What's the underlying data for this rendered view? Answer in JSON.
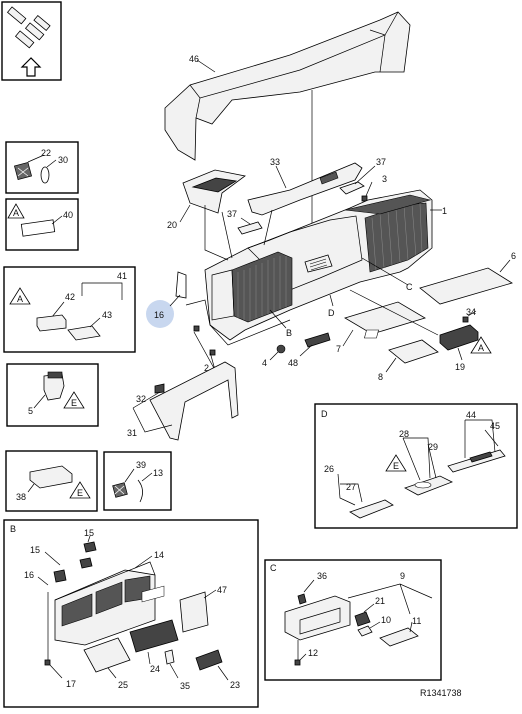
{
  "diagram": {
    "reference": "R1341738",
    "main_labels": [
      {
        "id": "46",
        "text": "46"
      },
      {
        "id": "33",
        "text": "33"
      },
      {
        "id": "37a",
        "text": "37"
      },
      {
        "id": "3",
        "text": "3"
      },
      {
        "id": "1",
        "text": "1"
      },
      {
        "id": "6",
        "text": "6"
      },
      {
        "id": "20",
        "text": "20"
      },
      {
        "id": "37b",
        "text": "37"
      },
      {
        "id": "C",
        "text": "C"
      },
      {
        "id": "16",
        "text": "16"
      },
      {
        "id": "B",
        "text": "B"
      },
      {
        "id": "D",
        "text": "D"
      },
      {
        "id": "34",
        "text": "34"
      },
      {
        "id": "7",
        "text": "7"
      },
      {
        "id": "2",
        "text": "2"
      },
      {
        "id": "4",
        "text": "4"
      },
      {
        "id": "48",
        "text": "48"
      },
      {
        "id": "19",
        "text": "19"
      },
      {
        "id": "8",
        "text": "8"
      },
      {
        "id": "32",
        "text": "32"
      },
      {
        "id": "31",
        "text": "31"
      },
      {
        "id": "Amain",
        "text": "A"
      }
    ],
    "box_22_30": {
      "labels": [
        "22",
        "30"
      ]
    },
    "box_A40": {
      "note": "A",
      "labels": [
        "40"
      ]
    },
    "box_41": {
      "note": "A",
      "labels": [
        "41",
        "42",
        "43"
      ]
    },
    "box_5E": {
      "note": "E",
      "labels": [
        "5"
      ]
    },
    "box_38E": {
      "note": "E",
      "labels": [
        "38"
      ]
    },
    "box_39_13": {
      "labels": [
        "39",
        "13"
      ]
    },
    "detail_D": {
      "title": "D",
      "note": "E",
      "labels": [
        "44",
        "45",
        "28",
        "29",
        "26",
        "27"
      ]
    },
    "detail_B": {
      "title": "B",
      "labels": [
        "15a",
        "15b",
        "16",
        "14",
        "47",
        "24",
        "35",
        "23",
        "25",
        "17"
      ],
      "texts": {
        "15a": "15",
        "15b": "15",
        "16": "16",
        "14": "14",
        "47": "47",
        "24": "24",
        "35": "35",
        "23": "23",
        "25": "25",
        "17": "17"
      }
    },
    "detail_C": {
      "title": "C",
      "labels": [
        "36",
        "9",
        "21",
        "10",
        "11",
        "12"
      ]
    }
  }
}
